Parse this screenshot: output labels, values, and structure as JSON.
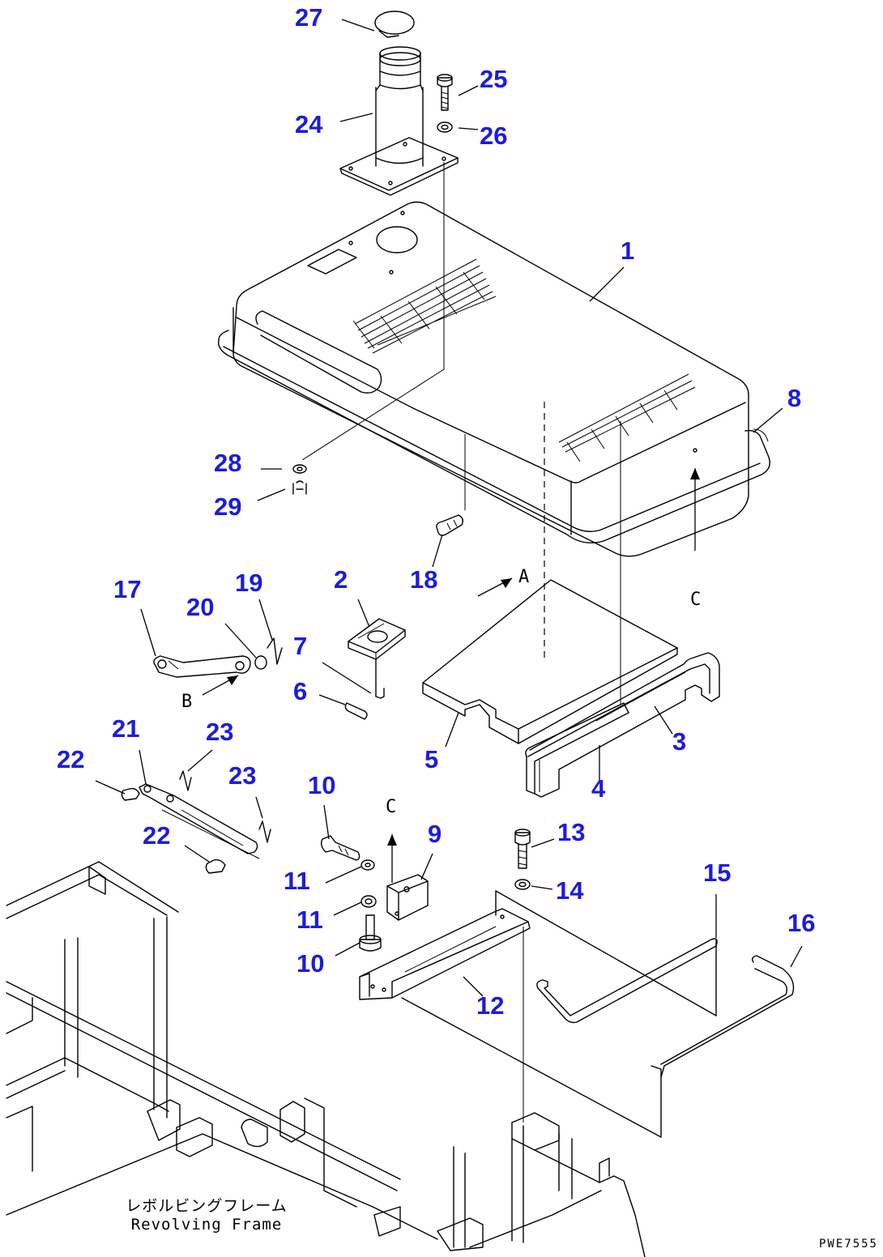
{
  "callouts": [
    {
      "id": "27",
      "text": "27"
    },
    {
      "id": "25",
      "text": "25"
    },
    {
      "id": "24",
      "text": "24"
    },
    {
      "id": "26",
      "text": "26"
    },
    {
      "id": "1",
      "text": "1"
    },
    {
      "id": "8",
      "text": "8"
    },
    {
      "id": "28",
      "text": "28"
    },
    {
      "id": "29",
      "text": "29"
    },
    {
      "id": "17",
      "text": "17"
    },
    {
      "id": "19",
      "text": "19"
    },
    {
      "id": "20",
      "text": "20"
    },
    {
      "id": "2",
      "text": "2"
    },
    {
      "id": "18",
      "text": "18"
    },
    {
      "id": "7",
      "text": "7"
    },
    {
      "id": "6",
      "text": "6"
    },
    {
      "id": "5",
      "text": "5"
    },
    {
      "id": "3",
      "text": "3"
    },
    {
      "id": "21",
      "text": "21"
    },
    {
      "id": "23a",
      "text": "23"
    },
    {
      "id": "22a",
      "text": "22"
    },
    {
      "id": "23b",
      "text": "23"
    },
    {
      "id": "10a",
      "text": "10"
    },
    {
      "id": "9",
      "text": "9"
    },
    {
      "id": "4",
      "text": "4"
    },
    {
      "id": "22b",
      "text": "22"
    },
    {
      "id": "13",
      "text": "13"
    },
    {
      "id": "11a",
      "text": "11"
    },
    {
      "id": "14",
      "text": "14"
    },
    {
      "id": "15",
      "text": "15"
    },
    {
      "id": "11b",
      "text": "11"
    },
    {
      "id": "16",
      "text": "16"
    },
    {
      "id": "10b",
      "text": "10"
    },
    {
      "id": "12",
      "text": "12"
    }
  ],
  "reference_letters": {
    "A": "A",
    "B": "B",
    "C_upper": "C",
    "C_lower": "C"
  },
  "frame_label": {
    "jp": "レボルビングフレーム",
    "en": "Revolving Frame"
  },
  "drawing_code": "PWE7555",
  "colors": {
    "callout": "#1c1cdc",
    "lines": "#000000",
    "background": "#ffffff"
  }
}
